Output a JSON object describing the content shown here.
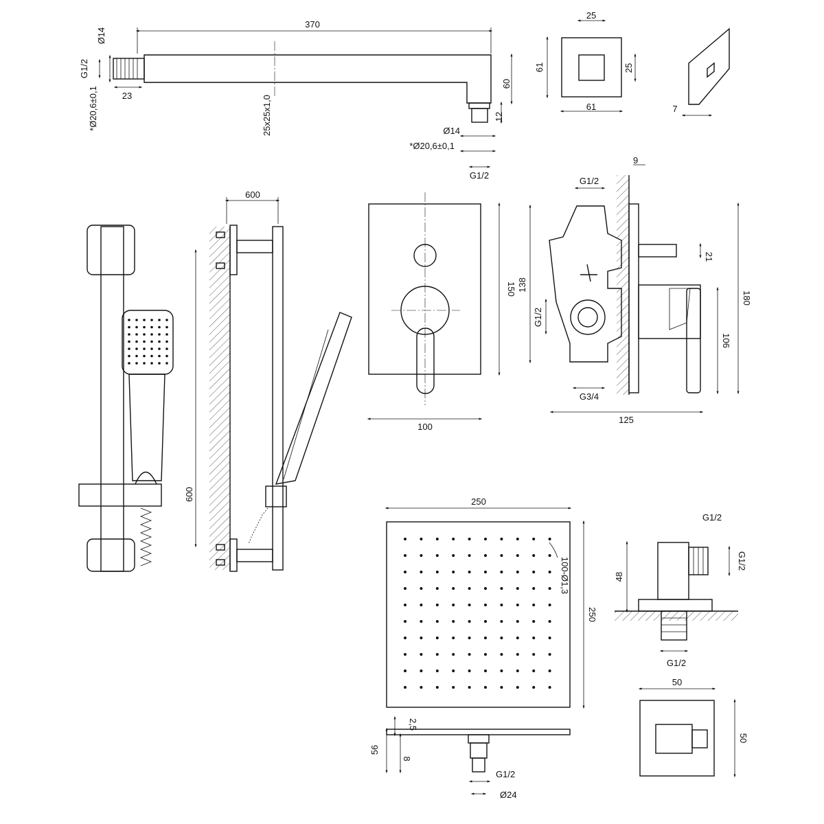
{
  "arm": {
    "length": "370",
    "thread_dia": "Ø14",
    "thread": "G1/2",
    "outer_dia": "*Ø20,6±0,1",
    "thread_len": "23",
    "profile": "25x25x1,0",
    "drop": "60",
    "nut": "12",
    "end_dia": "Ø14",
    "end_outer_dia": "*Ø20,6±0,1",
    "end_thread": "G1/2"
  },
  "arm_flange": {
    "inner_w": "25",
    "outer_h": "61",
    "inner_h": "25",
    "outer_w": "61",
    "thickness": "7"
  },
  "rail": {
    "bracket_offset": "600",
    "length": "600"
  },
  "mixer_front": {
    "height": "150",
    "width": "100"
  },
  "mixer_side": {
    "wall_gap": "9",
    "inlet_top": "G1/2",
    "body_h": "138",
    "inlet_side": "G1/2",
    "outlet": "G3/4",
    "spout": "21",
    "lever_h": "106",
    "total_h": "180",
    "depth": "125"
  },
  "rain_shower": {
    "width": "250",
    "nozzles": "100-Ø1,3",
    "height": "250",
    "plate": "2,5",
    "total": "56",
    "gap": "8",
    "thread": "G1/2",
    "dia": "Ø24"
  },
  "elbow": {
    "top_label": "G1/2",
    "height": "48",
    "outlet": "G1/2",
    "inlet": "G1/2",
    "plate_w": "50",
    "plate_h": "50"
  }
}
